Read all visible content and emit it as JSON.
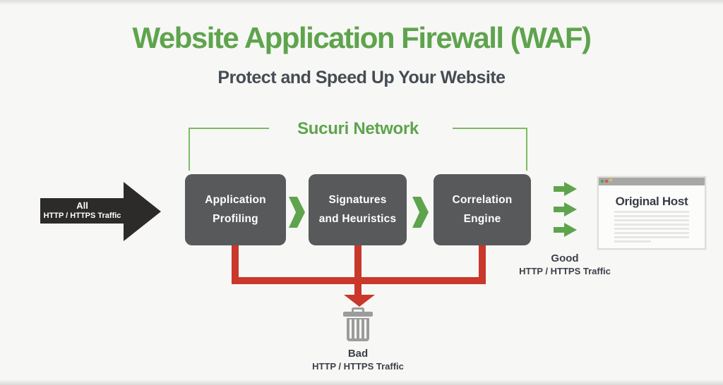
{
  "colors": {
    "background": "#f7f7f5",
    "green": "#5ea44d",
    "bracket_green": "#7fba65",
    "red": "#c9382a",
    "box_gray": "#58595b",
    "arrow_black": "#2d2b2a",
    "text_dark": "#3c4049",
    "trash_gray": "#9c9c9c",
    "window_titlebar": "#a7a7a7"
  },
  "header": {
    "title": "Website Application Firewall (WAF)",
    "subtitle": "Protect and Speed Up Your Website"
  },
  "network": {
    "label": "Sucuri Network",
    "stages": [
      {
        "lines": [
          "Application",
          "Profiling"
        ]
      },
      {
        "lines": [
          "Signatures",
          "and Heuristics"
        ]
      },
      {
        "lines": [
          "Correlation",
          "Engine"
        ]
      }
    ]
  },
  "incoming_traffic": {
    "label": "All",
    "sublabel": "HTTP / HTTPS Traffic"
  },
  "good_traffic": {
    "label": "Good",
    "sublabel": "HTTP / HTTPS Traffic"
  },
  "bad_traffic": {
    "label": "Bad",
    "sublabel": "HTTP / HTTPS Traffic"
  },
  "original_host": {
    "title": "Original Host"
  }
}
